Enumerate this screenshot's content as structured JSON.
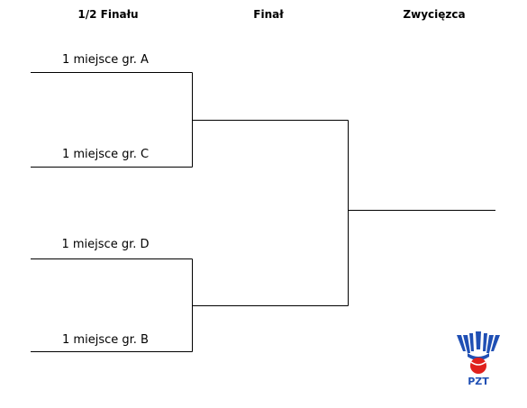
{
  "headers": {
    "semifinal": "1/2 Finału",
    "final": "Finał",
    "winner": "Zwycięzca"
  },
  "slots": {
    "a": "1 miejsce gr. A",
    "c": "1 miejsce gr. C",
    "d": "1 miejsce gr. D",
    "b": "1 miejsce gr. B"
  },
  "logo": {
    "text": "PZT",
    "primary_color": "#1f4fb4",
    "accent_color": "#e0201c"
  }
}
